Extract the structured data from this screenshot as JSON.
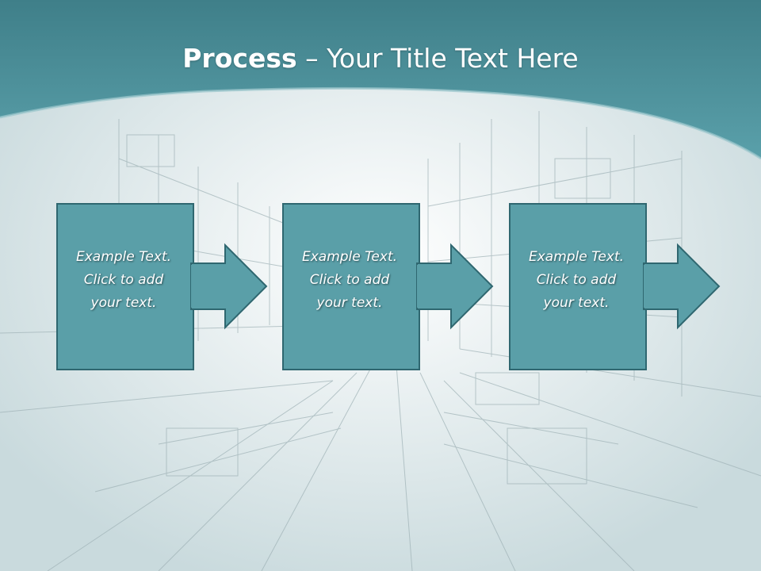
{
  "title": {
    "bold": "Process",
    "rest": " – Your Title Text Here"
  },
  "steps": [
    {
      "lines": [
        "Example Text.",
        "Click  to add",
        "your text."
      ]
    },
    {
      "lines": [
        "Example Text.",
        "Click  to add",
        "your text."
      ]
    },
    {
      "lines": [
        "Example Text.",
        "Click  to add",
        "your text."
      ]
    }
  ],
  "colors": {
    "box": "#5a9fa8",
    "box_border": "#2f6770",
    "header": "#4a8f99"
  }
}
